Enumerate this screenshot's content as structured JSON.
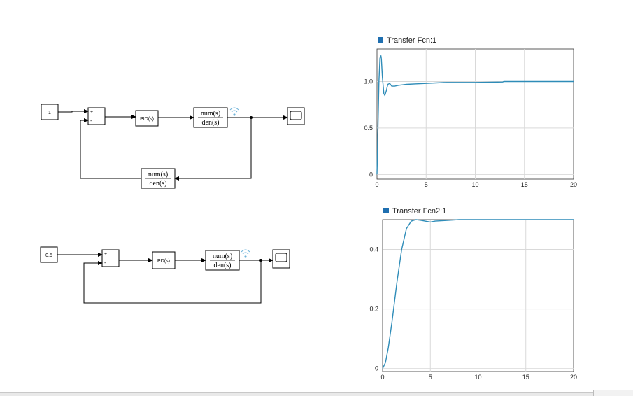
{
  "model1": {
    "constant": "1",
    "sum_signs": [
      "+",
      "-"
    ],
    "controller": "PID(s)",
    "plant": {
      "num": "num(s)",
      "den": "den(s)"
    },
    "feedback": {
      "num": "num(s)",
      "den": "den(s)"
    }
  },
  "model2": {
    "constant": "0.5",
    "sum_signs": [
      "+",
      "-"
    ],
    "controller": "PD(s)",
    "plant": {
      "num": "num(s)",
      "den": "den(s)"
    }
  },
  "colors": {
    "trace": "#2e8cb8",
    "swatch": "#1f6fb0",
    "grid": "#d9d9d9"
  },
  "chart_data": [
    {
      "type": "line",
      "title": "Transfer Fcn:1",
      "xlim": [
        0,
        20
      ],
      "ylim": [
        -0.05,
        1.35
      ],
      "xticks": [
        "0",
        "5",
        "10",
        "15",
        "20"
      ],
      "yticks": [
        {
          "value": 0,
          "label": "0"
        },
        {
          "value": 0.5,
          "label": "0.5"
        },
        {
          "value": 1.0,
          "label": "1.0"
        }
      ],
      "grid": true,
      "series": [
        {
          "x": [
            0,
            0.1,
            0.2,
            0.3,
            0.4,
            0.45,
            0.55,
            0.7,
            0.8,
            0.95,
            1.1,
            1.3,
            1.5,
            1.8,
            2.2,
            2.6,
            3,
            4,
            5,
            6,
            7,
            10,
            12.8,
            12.9,
            15,
            20
          ],
          "y": [
            0,
            0.5,
            1.0,
            1.25,
            1.28,
            1.24,
            1.05,
            0.87,
            0.85,
            0.9,
            0.97,
            0.98,
            0.95,
            0.95,
            0.96,
            0.965,
            0.97,
            0.975,
            0.98,
            0.985,
            0.99,
            0.99,
            0.995,
            1.0,
            1.0,
            1.0
          ]
        }
      ]
    },
    {
      "type": "line",
      "title": "Transfer Fcn2:1",
      "xlim": [
        0,
        20
      ],
      "ylim": [
        -0.01,
        0.5
      ],
      "xticks": [
        "0",
        "5",
        "10",
        "15",
        "20"
      ],
      "yticks": [
        {
          "value": 0,
          "label": "0"
        },
        {
          "value": 0.2,
          "label": "0.2"
        },
        {
          "value": 0.4,
          "label": "0.4"
        }
      ],
      "grid": true,
      "series": [
        {
          "x": [
            0,
            0.3,
            0.6,
            1.0,
            1.5,
            2.0,
            2.5,
            3.0,
            3.5,
            4.0,
            5.0,
            5.5,
            6.5,
            8,
            10,
            15,
            20
          ],
          "y": [
            0,
            0.02,
            0.07,
            0.16,
            0.29,
            0.4,
            0.47,
            0.495,
            0.5,
            0.498,
            0.492,
            0.495,
            0.497,
            0.5,
            0.5,
            0.5,
            0.5
          ]
        }
      ]
    }
  ]
}
